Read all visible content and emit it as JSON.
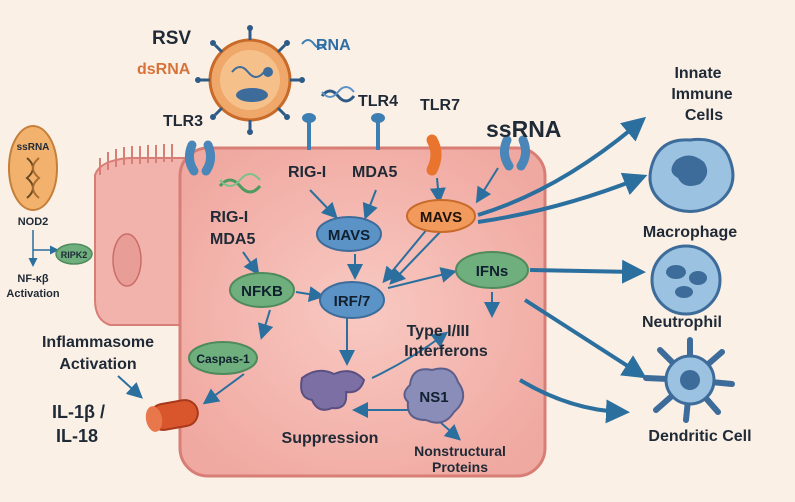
{
  "labels": {
    "rsv": "RSV",
    "dsrna": "dsRNA",
    "rna": "RNA",
    "tlr3": "TLR3",
    "tlr4": "TLR4",
    "tlr7": "TLR7",
    "ssrna_big": "ssRNA",
    "rig_i_top": "RIG-I",
    "mda5_top": "MDA5",
    "rig_i_left": "RIG-I",
    "mda5_left": "MDA5",
    "inflammasome_1": "Inflammasome",
    "inflammasome_2": "Activation",
    "il1b": "IL-1β /",
    "il18": "IL-18",
    "type_ifn_1": "Type I/III",
    "type_ifn_2": "Interferons",
    "suppression": "Suppression",
    "nonstructural_1": "Nonstructural",
    "nonstructural_2": "Proteins"
  },
  "nodes": {
    "mavs_center": "MAVS",
    "mavs_right": "MAVS",
    "nfkb": "NFKB",
    "irf7": "IRF/7",
    "ifns": "IFNs",
    "caspase": "Caspas-1",
    "ns1": "NS1"
  },
  "inset": {
    "ssrna": "ssRNA",
    "nod2": "NOD2",
    "ripk2": "RIPK2",
    "nfkb_1": "NF-κβ",
    "nfkb_2": "Activation"
  },
  "cells": {
    "innate_1": "Innate",
    "innate_2": "Immune",
    "innate_3": "Cells",
    "macrophage": "Macrophage",
    "neutrophil": "Neutrophil",
    "dendritic": "Dendritic Cell"
  },
  "colors": {
    "background": "#fbf0e6",
    "cell_fill": "#f4b9b2",
    "cell_stroke": "#d77e77",
    "green_node": "#6fae7d",
    "blue_node": "#5b93c7",
    "orange_node": "#f19a5b",
    "purple_ns": "#8a8db8",
    "arrow_blue": "#2b6f9e",
    "virus_orange": "#f0a86a"
  }
}
